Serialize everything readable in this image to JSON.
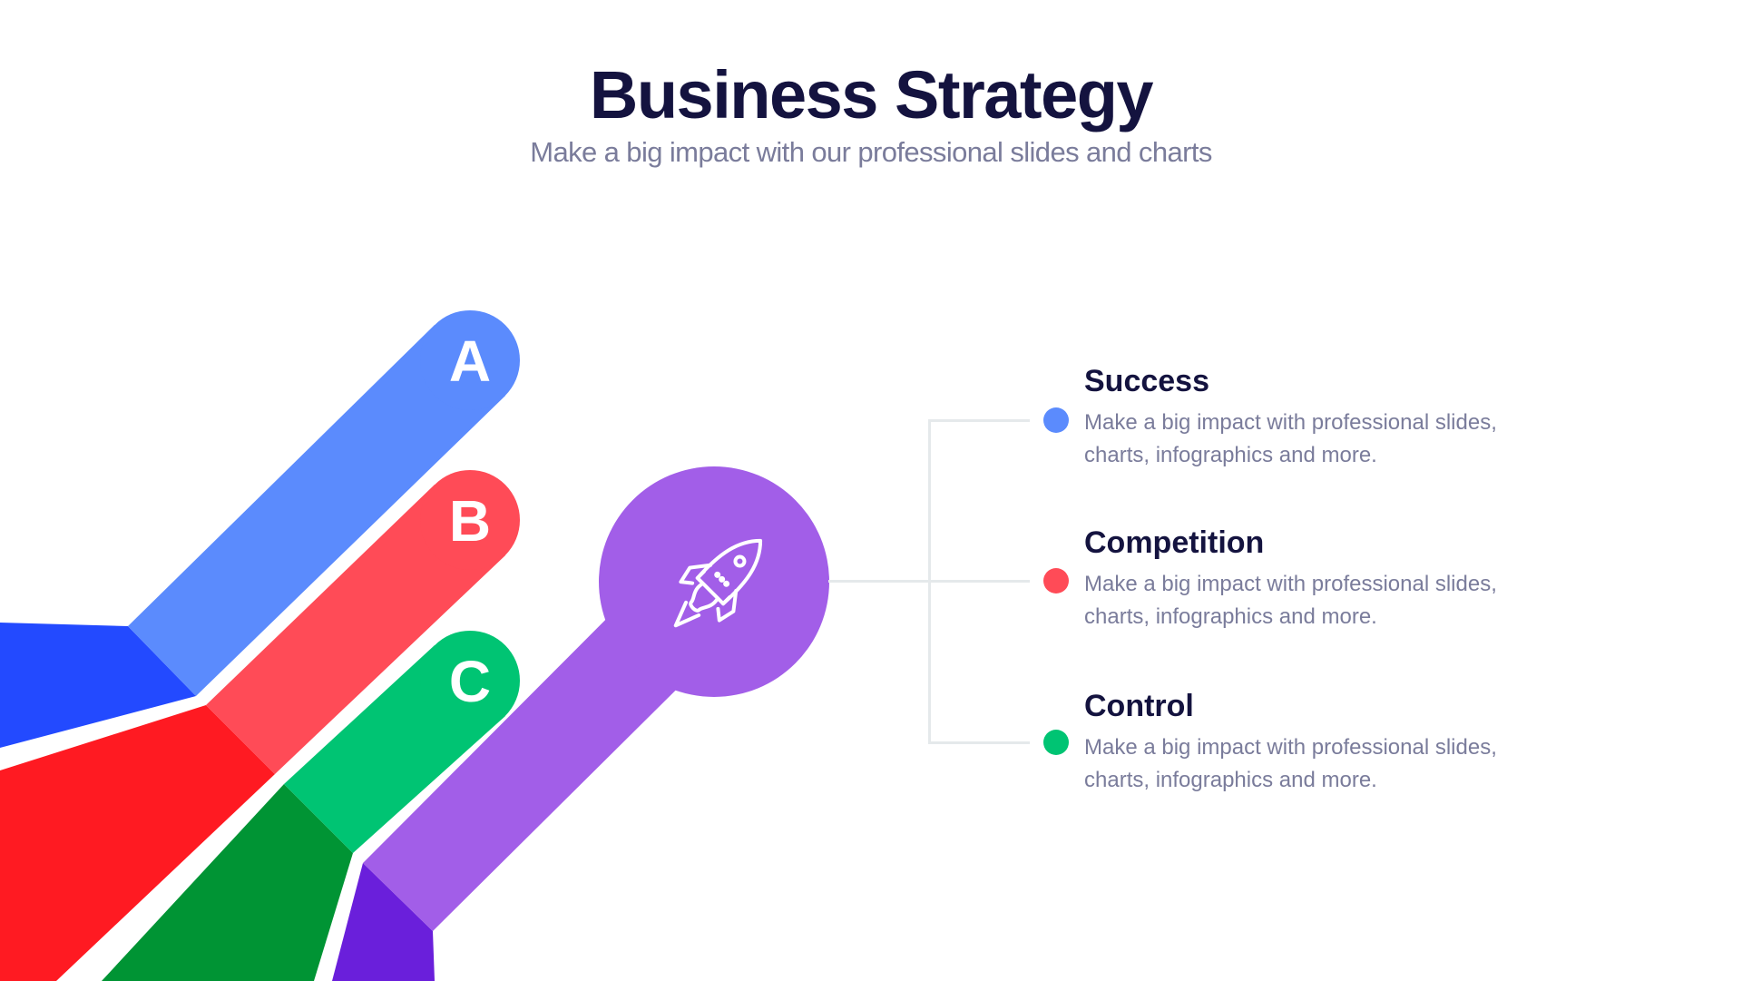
{
  "header": {
    "title": "Business Strategy",
    "subtitle": "Make a big impact with our professional slides and charts"
  },
  "diagram": {
    "branches": [
      {
        "label": "A",
        "color": "#5b8bfd",
        "base_color": "#234aff"
      },
      {
        "label": "B",
        "color": "#ff4b57",
        "base_color": "#ff1a22"
      },
      {
        "label": "C",
        "color": "#00c473",
        "base_color": "#009434"
      }
    ],
    "hub": {
      "icon": "rocket-icon",
      "color": "#a25ee8",
      "base_color": "#6a1fdb"
    }
  },
  "items": [
    {
      "title": "Success",
      "description": "Make a big impact with professional slides, charts, infographics and more.",
      "dot_color": "#5b8bfd"
    },
    {
      "title": "Competition",
      "description": "Make a big impact with professional slides, charts, infographics and more.",
      "dot_color": "#ff4b57"
    },
    {
      "title": "Control",
      "description": "Make a big impact with professional slides, charts, infographics and more.",
      "dot_color": "#00c473"
    }
  ]
}
